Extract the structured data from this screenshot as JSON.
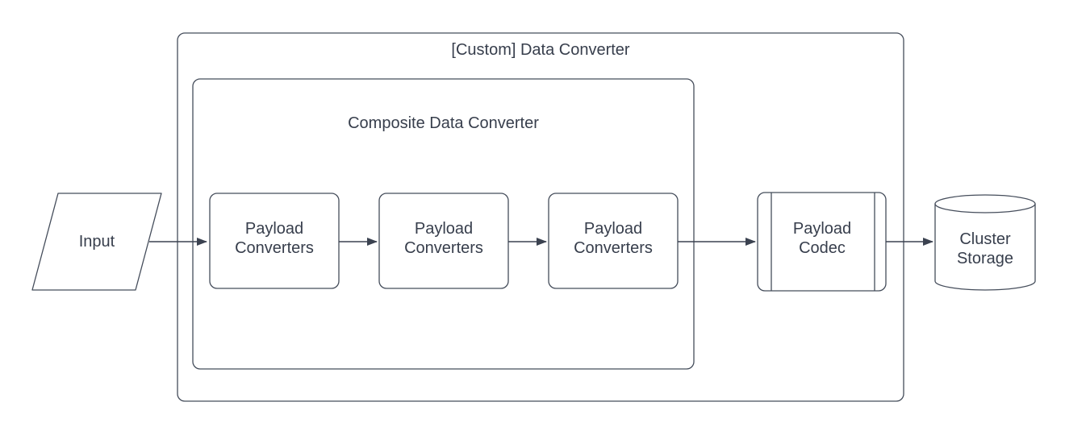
{
  "diagram": {
    "colors": {
      "background": "#ffffff",
      "stroke": "#454d5b",
      "arrow": "#3b4250",
      "text": "#373e4c"
    },
    "outer_group": {
      "title": "[Custom] Data Converter",
      "shape": "rounded-rectangle-container"
    },
    "inner_group": {
      "title": "Composite Data Converter",
      "shape": "rounded-rectangle-container"
    },
    "nodes": {
      "input": {
        "label": "Input",
        "shape": "parallelogram"
      },
      "payload_converters_1": {
        "label": "Payload Converters",
        "shape": "rounded-rectangle"
      },
      "payload_converters_2": {
        "label": "Payload Converters",
        "shape": "rounded-rectangle"
      },
      "payload_converters_3": {
        "label": "Payload Converters",
        "shape": "rounded-rectangle"
      },
      "payload_codec": {
        "label": "Payload Codec",
        "shape": "predefined-process"
      },
      "cluster_storage": {
        "label": "Cluster Storage",
        "shape": "cylinder"
      }
    },
    "edges": [
      {
        "from": "input",
        "to": "payload_converters_1",
        "direction": "right"
      },
      {
        "from": "payload_converters_1",
        "to": "payload_converters_2",
        "direction": "right"
      },
      {
        "from": "payload_converters_2",
        "to": "payload_converters_3",
        "direction": "right"
      },
      {
        "from": "payload_converters_3",
        "to": "payload_codec",
        "direction": "right"
      },
      {
        "from": "payload_codec",
        "to": "cluster_storage",
        "direction": "right"
      }
    ]
  }
}
